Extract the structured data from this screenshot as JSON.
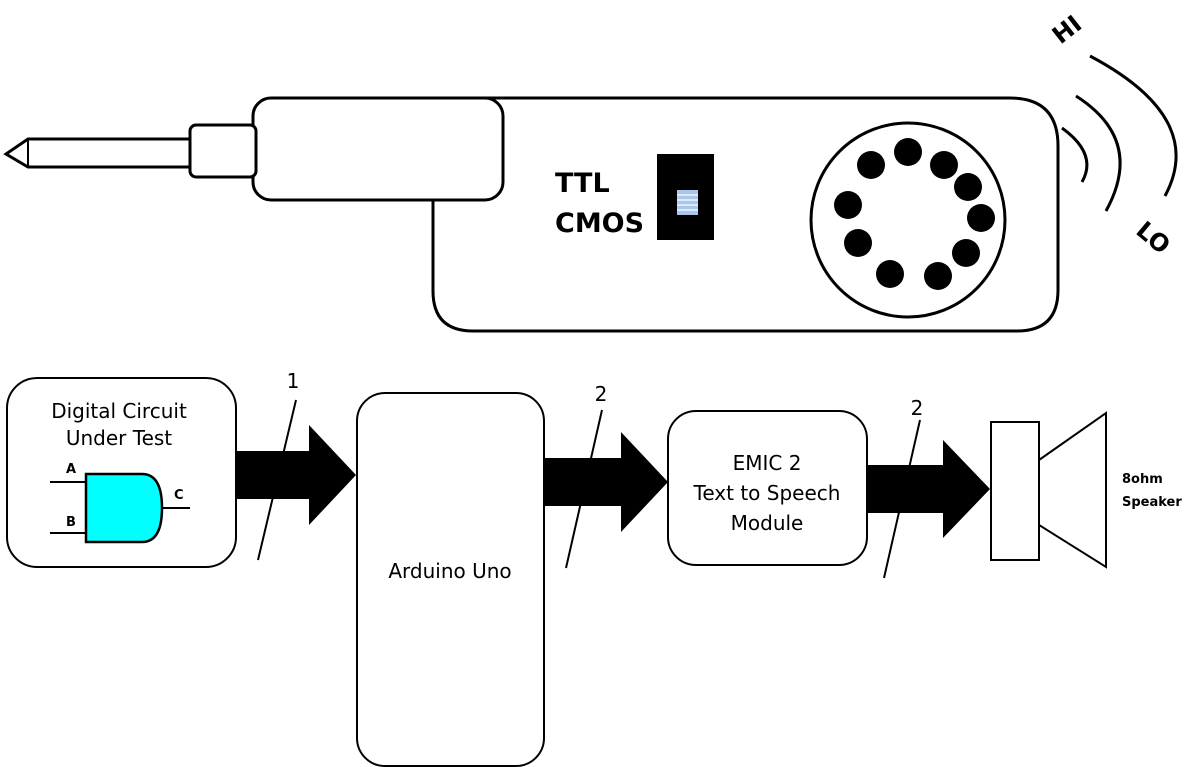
{
  "probe": {
    "mode_labels": [
      "TTL",
      "CMOS"
    ],
    "volume_labels": [
      "HI",
      "LO"
    ]
  },
  "block_diagram": {
    "circuit_block": {
      "title_lines": [
        "Digital Circuit",
        "Under Test"
      ],
      "gate": {
        "type": "AND",
        "input_labels": [
          "A",
          "B"
        ],
        "output_label": "C",
        "fill_color": "#00ffff"
      }
    },
    "arduino_block": {
      "label": "Arduino Uno"
    },
    "emic_block": {
      "label_lines": [
        "EMIC 2",
        "Text to Speech",
        "Module"
      ]
    },
    "speaker": {
      "label_lines": [
        "8ohm",
        "Speaker"
      ]
    },
    "bus_widths": [
      "1",
      "2",
      "2"
    ]
  }
}
